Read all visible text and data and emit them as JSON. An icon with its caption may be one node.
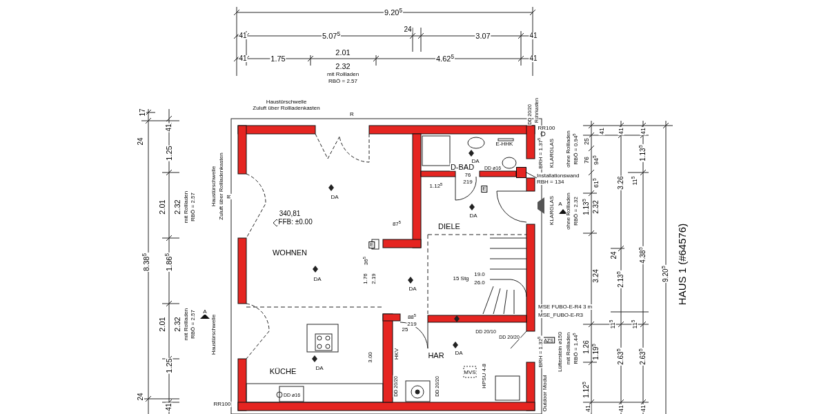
{
  "diagram": {
    "nodes": [
      {
        "text": [
          "Installationswand RBH = 134"
        ]
      },
      {
        "text": [],
        "shape": "bar"
      }
    ],
    "edges": [
      {
        "from": 0,
        "to": 1,
        "arrow": "none"
      }
    ],
    "labels": [
      "9.20$^{5}$",
      "41",
      "5.07$^{5}$",
      "24",
      "3.07",
      "41",
      "41",
      "1.75",
      "2.01",
      "4.62$^{5}$",
      "41",
      "2.32",
      "mit Rollladen",
      "RBÖ = 2.57",
      "Haustürschwelle",
      "Zuluft über Rollladenkasten",
      "R",
      "DD 20/20",
      "Rohrkasten",
      "RR100",
      "17",
      "24",
      "41",
      "1.25",
      "2.01",
      "2.32",
      "mit Rollladen",
      "RBÖ = 2.57",
      "Haustürschwelle",
      "Zuluft über Rollladenkasten",
      "R",
      "8.38$^{5}$",
      "1.86$^{5}$",
      "2.01",
      "2.32",
      "mit Rollladen",
      "RBÖ = 2.57",
      "A",
      "Haustürschwelle",
      "1.25",
      "24",
      "41",
      "RR100",
      "E-HHK",
      "DA",
      "DD ø16",
      "D-BAD",
      "76",
      "219",
      "E",
      "1.12$^{5}$",
      "DA",
      "340,81",
      "FFB: ±0.00",
      "DA",
      "87$^{5}$",
      "DIELE",
      "E",
      "WOHNEN",
      "36$^{5}$",
      "DA",
      "1.76",
      "2.19",
      "15 Stg",
      "19.0",
      "26.0",
      "DA",
      "88$^{5}$",
      "219",
      "25",
      "DD 20/10",
      "DD 20/20",
      "3.00",
      "HKV",
      "HAR",
      "DA",
      "KÜCHE",
      "DA",
      "MVS",
      "HPSU 4-8",
      "DD ø16",
      "DD 20/20",
      "DD 20/20",
      "BRH = 1.37$^{5}$",
      "KLARGLAS",
      "ohne Rollladen",
      "RBÖ = 0.94$^{5}$",
      "25",
      "76",
      "94$^{5}$",
      "61$^{5}$",
      "41",
      "41",
      "41",
      "1.13$^{5}$",
      "3.26",
      "11$^{5}$",
      "KLARGLAS",
      "A",
      "ohne Rollladen",
      "RBÖ = 2.32",
      "1.13$^{5}$",
      "2.32",
      "24",
      "4.38$^{5}$",
      "9.20$^{5}$",
      "HAUS 1 (#64576)",
      "3.24",
      "2.13$^{5}$",
      "MSE FUBO-E-R4 3 m",
      "MSE_FUBO-E-R3",
      "11$^{5}$",
      "11$^{5}$",
      "AZS",
      "BRH = 1.32$^{5}$",
      "Lüfterstein ø150",
      "mit Rollladen",
      "RBÖ = 1.44$^{5}$",
      "1.26",
      "1.19$^{5}$",
      "2.63$^{5}$",
      "2.63$^{5}$",
      "1.12$^{5}$",
      "Outdoor Modul",
      "41",
      "41",
      "41"
    ]
  }
}
